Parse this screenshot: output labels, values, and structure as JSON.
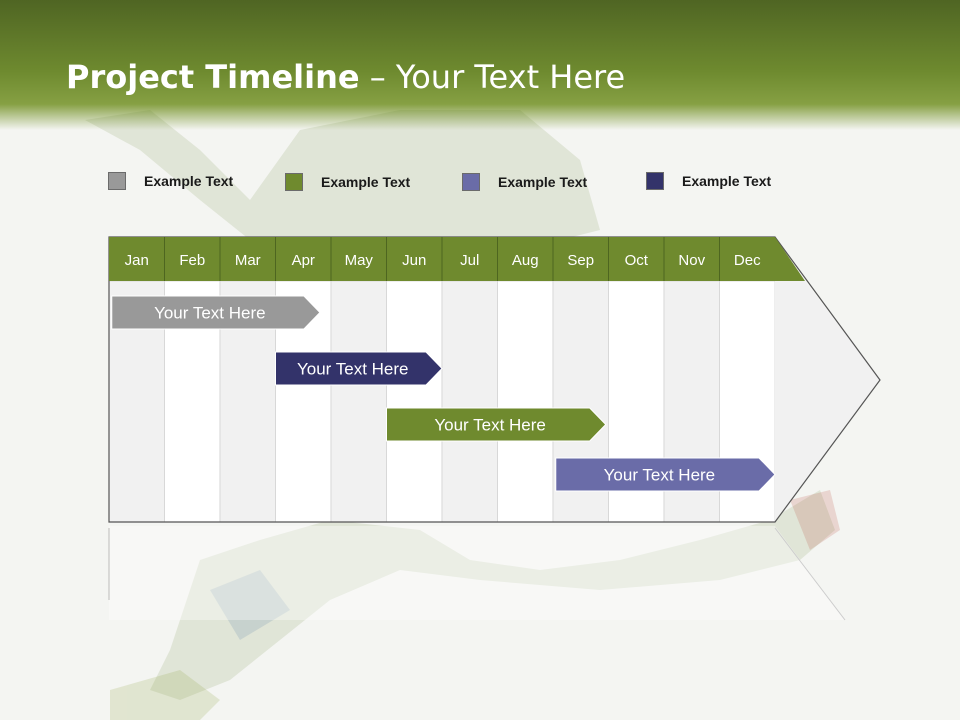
{
  "header": {
    "title_bold": "Project Timeline",
    "title_rest": " – Your Text Here"
  },
  "legend": [
    {
      "label": "Example Text",
      "color": "#999999"
    },
    {
      "label": "Example Text",
      "color": "#6f8a2e"
    },
    {
      "label": "Example Text",
      "color": "#6a6ca8"
    },
    {
      "label": "Example Text",
      "color": "#33336a"
    }
  ],
  "colors": {
    "header_green": "#6e8a2f",
    "month_band": "#6f8a2e",
    "col_light": "#f1f1f1",
    "col_white": "#ffffff"
  },
  "chart_data": {
    "type": "gantt",
    "categories": [
      "Jan",
      "Feb",
      "Mar",
      "Apr",
      "May",
      "Jun",
      "Jul",
      "Aug",
      "Sep",
      "Oct",
      "Nov",
      "Dec"
    ],
    "tasks": [
      {
        "label": "Your  Text Here",
        "start": 0.05,
        "end": 3.8,
        "color": "#999999"
      },
      {
        "label": "Your  Text Here",
        "start": 3.0,
        "end": 6.0,
        "color": "#33336a"
      },
      {
        "label": "Your  Text Here",
        "start": 5.0,
        "end": 8.95,
        "color": "#6f8a2e"
      },
      {
        "label": "Your  Text Here",
        "start": 8.05,
        "end": 12.0,
        "color": "#6a6ca8"
      }
    ]
  }
}
